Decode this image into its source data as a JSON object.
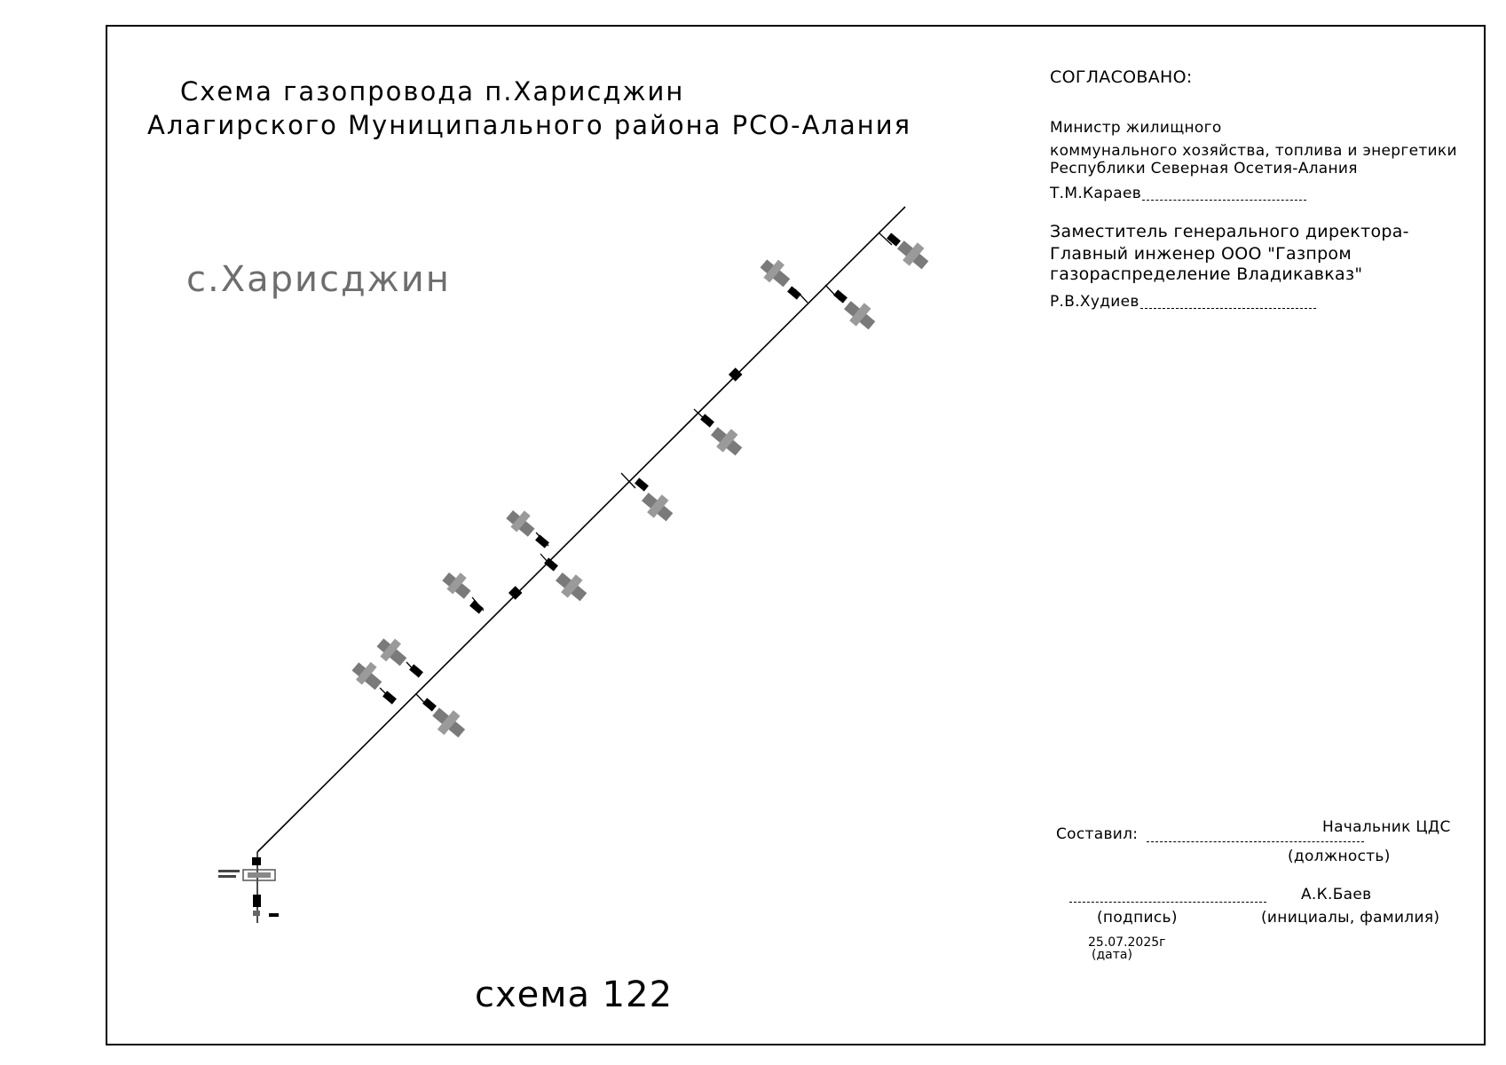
{
  "title": {
    "line1": "Схема газопровода п.Харисджин",
    "line2": "Алагирского  Муниципального района РСО-Алания"
  },
  "village_label": "с.Харисджин",
  "scheme_label": "схема 122",
  "approval": {
    "heading": "СОГЛАСОВАНО:",
    "minister_line1": "Министр жилищного",
    "minister_line2": "коммунального  хозяйства, топлива и энергетики",
    "minister_line3": "Республики Северная Осетия-Алания",
    "minister_name": "Т.М.Караев",
    "deputy_line1": "Заместитель генерального директора-",
    "deputy_line2": "Главный инженер  ООО \"Газпром",
    "deputy_line3": "газораспределение Владикавказ\"",
    "deputy_name": "Р.В.Худиев"
  },
  "compiled": {
    "label": "Составил:",
    "position_value": "Начальник ЦДС",
    "position_caption": "(должность)",
    "name_value": "А.К.Баев",
    "signature_caption": "(подпись)",
    "name_caption": "(инициалы, фамилия)",
    "date_value": "25.07.2025г",
    "date_caption": "(дата)"
  },
  "colors": {
    "line": "#000000",
    "building": "#7a7a7a",
    "label_gray": "#6e6e6e"
  }
}
